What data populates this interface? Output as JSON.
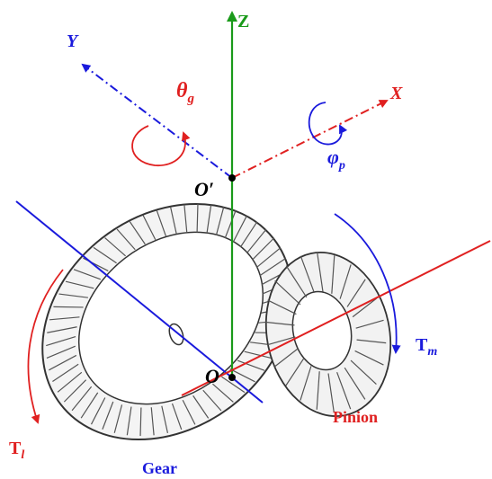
{
  "labels": {
    "z_axis": "Z",
    "y_axis": "Y",
    "x_axis": "X",
    "theta_sym": "θ",
    "theta_sub": "g",
    "phi_sym": "φ",
    "phi_sub": "p",
    "o_prime": "O′",
    "o_origin": "O",
    "tm_sym": "T",
    "tm_sub": "m",
    "tl_sym": "T",
    "tl_sub": "l",
    "pinion": "Pinion",
    "gear": "Gear"
  },
  "colors": {
    "z_axis": "#1a9a1a",
    "y_axis": "#1a1adc",
    "x_axis": "#e02020",
    "gear_outline": "#333333",
    "gear_fill": "#f4f4f4",
    "black": "#000000"
  }
}
